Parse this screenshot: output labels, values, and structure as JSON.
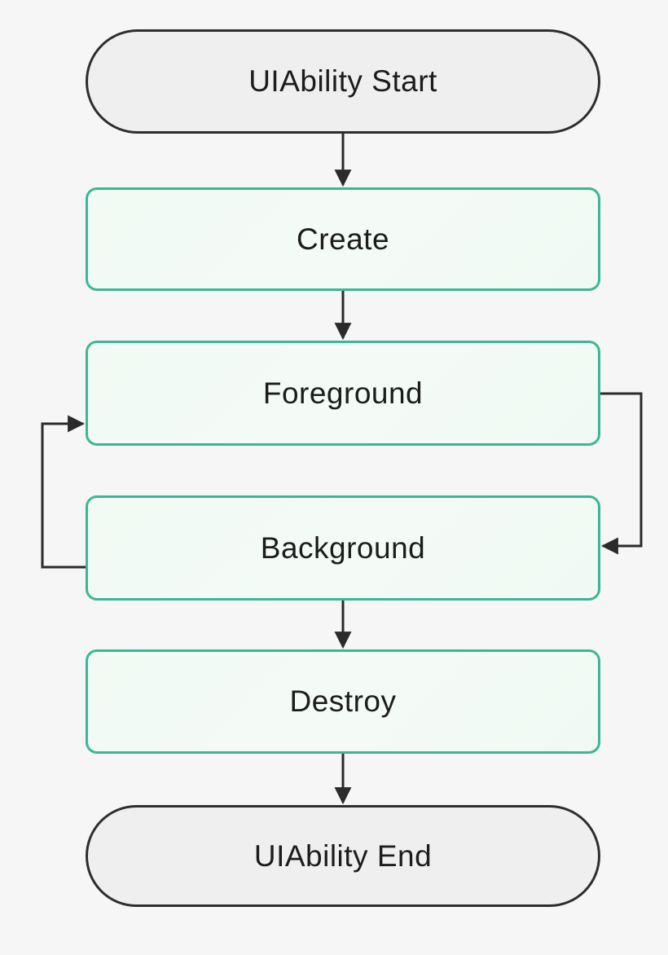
{
  "nodes": [
    {
      "id": "start",
      "label": "UIAbility Start",
      "type": "terminal"
    },
    {
      "id": "create",
      "label": "Create",
      "type": "state"
    },
    {
      "id": "foreground",
      "label": "Foreground",
      "type": "state"
    },
    {
      "id": "background",
      "label": "Background",
      "type": "state"
    },
    {
      "id": "destroy",
      "label": "Destroy",
      "type": "state"
    },
    {
      "id": "end",
      "label": "UIAbility End",
      "type": "terminal"
    }
  ],
  "edges": [
    {
      "from": "start",
      "to": "create",
      "route": "straight-down"
    },
    {
      "from": "create",
      "to": "foreground",
      "route": "straight-down"
    },
    {
      "from": "foreground",
      "to": "background",
      "route": "right-loop"
    },
    {
      "from": "background",
      "to": "foreground",
      "route": "left-loop"
    },
    {
      "from": "background",
      "to": "destroy",
      "route": "straight-down"
    },
    {
      "from": "destroy",
      "to": "end",
      "route": "straight-down"
    }
  ],
  "colors": {
    "page_background": "#f6f6f6",
    "terminal_fill": "#efeff0",
    "terminal_border": "#2e2e2e",
    "state_fill": "#f2faf5",
    "state_border": "#3cb796",
    "connector": "#2b2b2b",
    "text": "#1c1c1c"
  }
}
